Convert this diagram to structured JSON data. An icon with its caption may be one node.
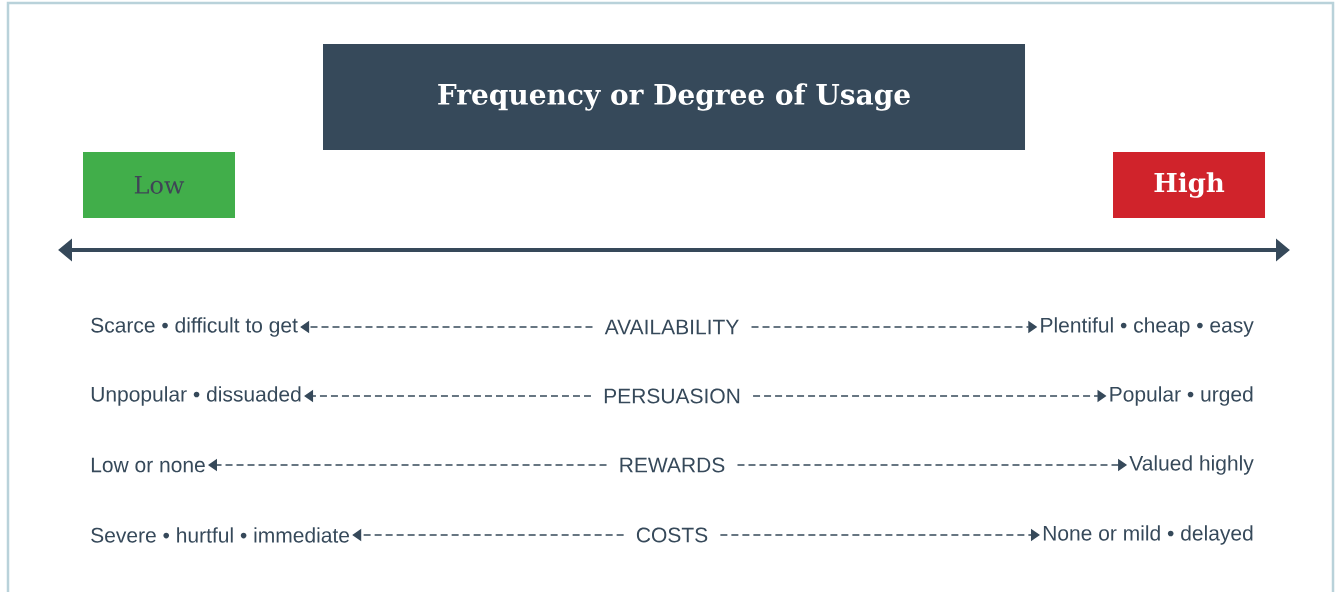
{
  "diagram": {
    "nodes": [
      {
        "text": [
          "Frequency or Degree of Usage"
        ]
      },
      {
        "text": [
          "Low"
        ]
      },
      {
        "text": [
          "High"
        ]
      },
      {
        "text": [
          "Scarce • difficult to get"
        ]
      },
      {
        "text": [
          "AVAILABILITY"
        ]
      },
      {
        "text": [
          "Plentiful • cheap • easy"
        ]
      },
      {
        "text": [
          "Unpopular • dissuaded"
        ]
      },
      {
        "text": [
          "PERSUASION"
        ]
      },
      {
        "text": [
          "Popular • urged"
        ]
      },
      {
        "text": [
          "Low or none"
        ]
      },
      {
        "text": [
          "REWARDS"
        ]
      },
      {
        "text": [
          "Valued highly"
        ]
      },
      {
        "text": [
          "Severe • hurtful • immediate"
        ]
      },
      {
        "text": [
          "COSTS"
        ]
      },
      {
        "text": [
          "None or mild • delayed"
        ]
      }
    ],
    "edges": [
      {
        "from": 4,
        "to": 3,
        "arrow": "to",
        "style": "dashed"
      },
      {
        "from": 4,
        "to": 5,
        "arrow": "to",
        "style": "dashed"
      },
      {
        "from": 7,
        "to": 6,
        "arrow": "to",
        "style": "dashed"
      },
      {
        "from": 7,
        "to": 8,
        "arrow": "to",
        "style": "dashed"
      },
      {
        "from": 10,
        "to": 9,
        "arrow": "to",
        "style": "dashed"
      },
      {
        "from": 10,
        "to": 11,
        "arrow": "to",
        "style": "dashed"
      },
      {
        "from": 13,
        "to": 12,
        "arrow": "to",
        "style": "dashed"
      },
      {
        "from": 13,
        "to": 14,
        "arrow": "to",
        "style": "dashed"
      }
    ]
  }
}
